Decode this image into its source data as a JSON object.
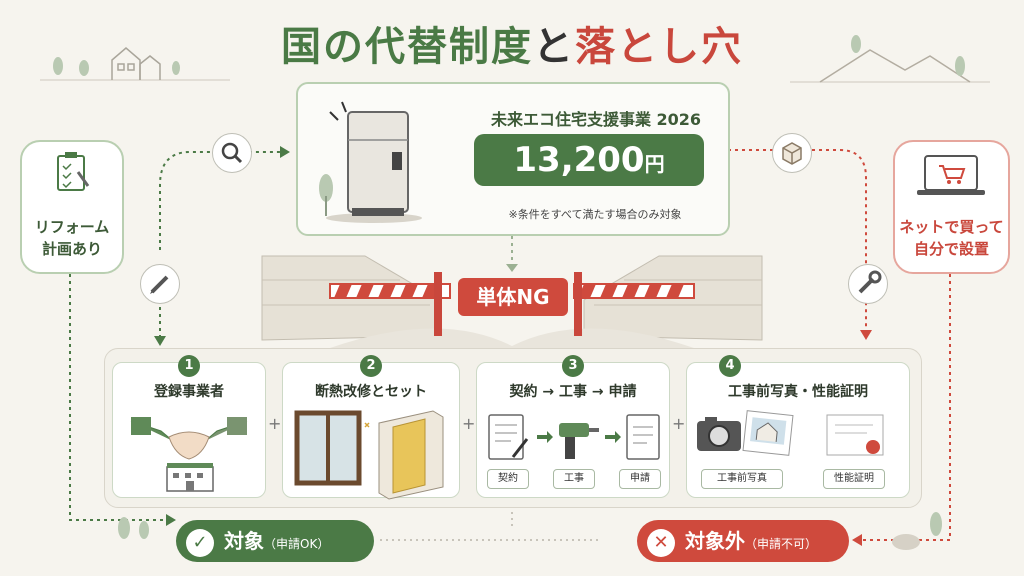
{
  "title": {
    "part1": "国の代替制度",
    "part2": "と",
    "part3": "落とし穴"
  },
  "hero": {
    "program": "未来エコ住宅支援事業 2026",
    "amount": "13,200",
    "unit": "円",
    "note": "※条件をすべて満たす場合のみ対象"
  },
  "left_start": {
    "line1": "リフォーム",
    "line2": "計画あり"
  },
  "right_start": {
    "line1": "ネットで買って",
    "line2": "自分で設置"
  },
  "barrier_label": "単体NG",
  "steps": [
    {
      "num": "1",
      "title": "登録事業者"
    },
    {
      "num": "2",
      "title": "断熱改修とセット"
    },
    {
      "num": "3",
      "title": "契約 → 工事 → 申請",
      "tags": [
        "契約",
        "工事",
        "申請"
      ]
    },
    {
      "num": "4",
      "title": "工事前写真・性能証明",
      "tags": [
        "工事前写真",
        "性能証明"
      ]
    }
  ],
  "plus_sign": "+",
  "outcomes": {
    "eligible": {
      "label": "対象",
      "sub": "（申請OK）"
    },
    "ineligible": {
      "label": "対象外",
      "sub": "（申請不可）"
    }
  },
  "colors": {
    "green": "#4b7a46",
    "red": "#cf4a3d",
    "background": "#f6f4ee"
  },
  "icons": [
    "clipboard-icon",
    "search-icon",
    "pencil-icon",
    "water-heater-icon",
    "box-icon",
    "laptop-cart-icon",
    "wrench-icon",
    "handshake-icon",
    "building-icon",
    "window-icon",
    "insulation-icon",
    "document-icon",
    "drill-icon",
    "camera-icon",
    "house-photo-icon",
    "certificate-icon",
    "check-icon",
    "cross-icon"
  ]
}
